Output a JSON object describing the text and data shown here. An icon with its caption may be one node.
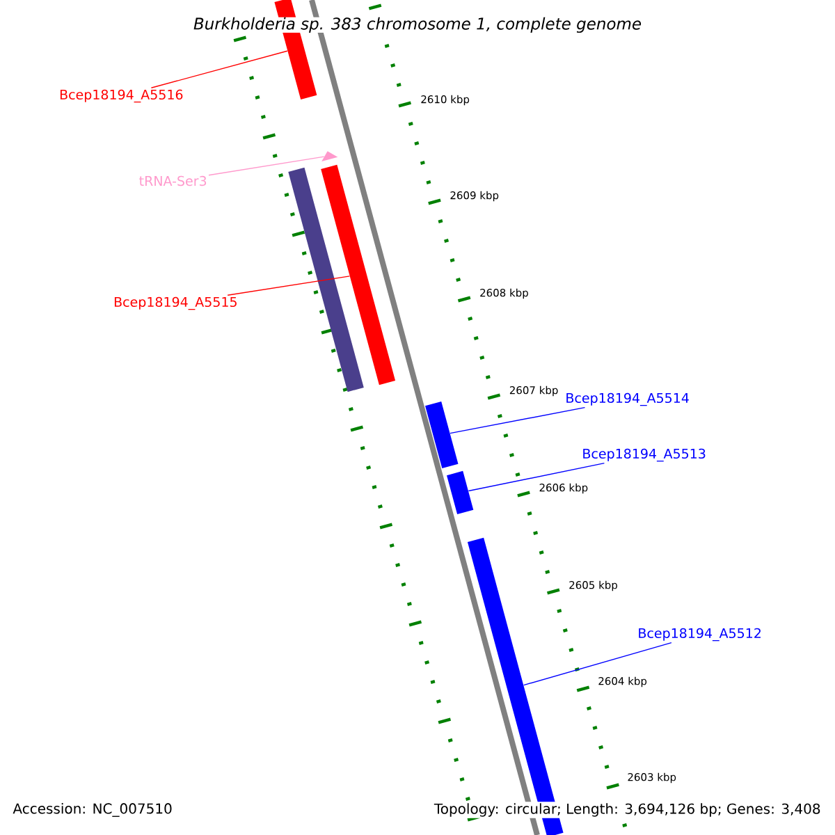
{
  "diagram": {
    "title": "Burkholderia sp. 383 chromosome 1, complete genome",
    "nodes": [
      {
        "text": [
          "Bcep18194_A5516"
        ]
      },
      {
        "text": [],
        "shape": "bar"
      },
      {
        "text": [
          "tRNA-Ser3"
        ]
      },
      {
        "text": [],
        "shape": "triangle"
      },
      {
        "text": [
          "Bcep18194_A5515"
        ]
      },
      {
        "text": [],
        "shape": "bar"
      },
      {
        "text": [
          "Bcep18194_A5514"
        ]
      },
      {
        "text": [],
        "shape": "bar"
      },
      {
        "text": [
          "Bcep18194_A5513"
        ]
      },
      {
        "text": [],
        "shape": "bar"
      },
      {
        "text": [
          "Bcep18194_A5512"
        ]
      },
      {
        "text": [],
        "shape": "bar"
      },
      {
        "text": [],
        "shape": "bar"
      }
    ],
    "edges": [
      {
        "from": 0,
        "to": 1,
        "arrow": "none",
        "color": "#ff0000"
      },
      {
        "from": 2,
        "to": 3,
        "arrow": "none",
        "color": "#ff99cc"
      },
      {
        "from": 4,
        "to": 5,
        "arrow": "none",
        "color": "#ff0000"
      },
      {
        "from": 6,
        "to": 7,
        "arrow": "none",
        "color": "#0000ff"
      },
      {
        "from": 8,
        "to": 9,
        "arrow": "none",
        "color": "#0000ff"
      },
      {
        "from": 10,
        "to": 11,
        "arrow": "none",
        "color": "#0000ff"
      }
    ],
    "labels": [
      "2610 kbp",
      "2609 kbp",
      "2608 kbp",
      "2607 kbp",
      "2606 kbp",
      "2605 kbp",
      "2604 kbp",
      "2603 kbp",
      "Accession: NC_007510",
      "Topology: circular; Length: 3,694,126 bp; Genes: 3,408"
    ]
  }
}
